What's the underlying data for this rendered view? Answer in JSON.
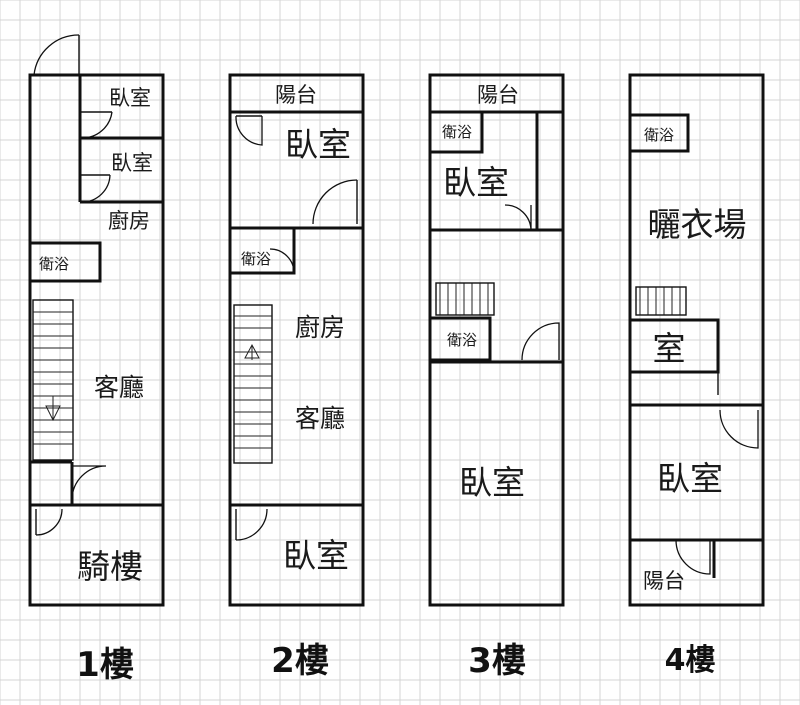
{
  "floors": [
    {
      "name": "1樓",
      "rooms": [
        "臥室",
        "臥室",
        "廚房",
        "衛浴",
        "客廳",
        "騎樓"
      ]
    },
    {
      "name": "2樓",
      "rooms": [
        "陽台",
        "臥室",
        "衛浴",
        "廚房",
        "客廳",
        "臥室"
      ]
    },
    {
      "name": "3樓",
      "rooms": [
        "陽台",
        "衛浴",
        "臥室",
        "衛浴",
        "臥室"
      ]
    },
    {
      "name": "4樓",
      "rooms": [
        "衛浴",
        "曬衣場",
        "室",
        "臥室",
        "陽台"
      ]
    }
  ]
}
